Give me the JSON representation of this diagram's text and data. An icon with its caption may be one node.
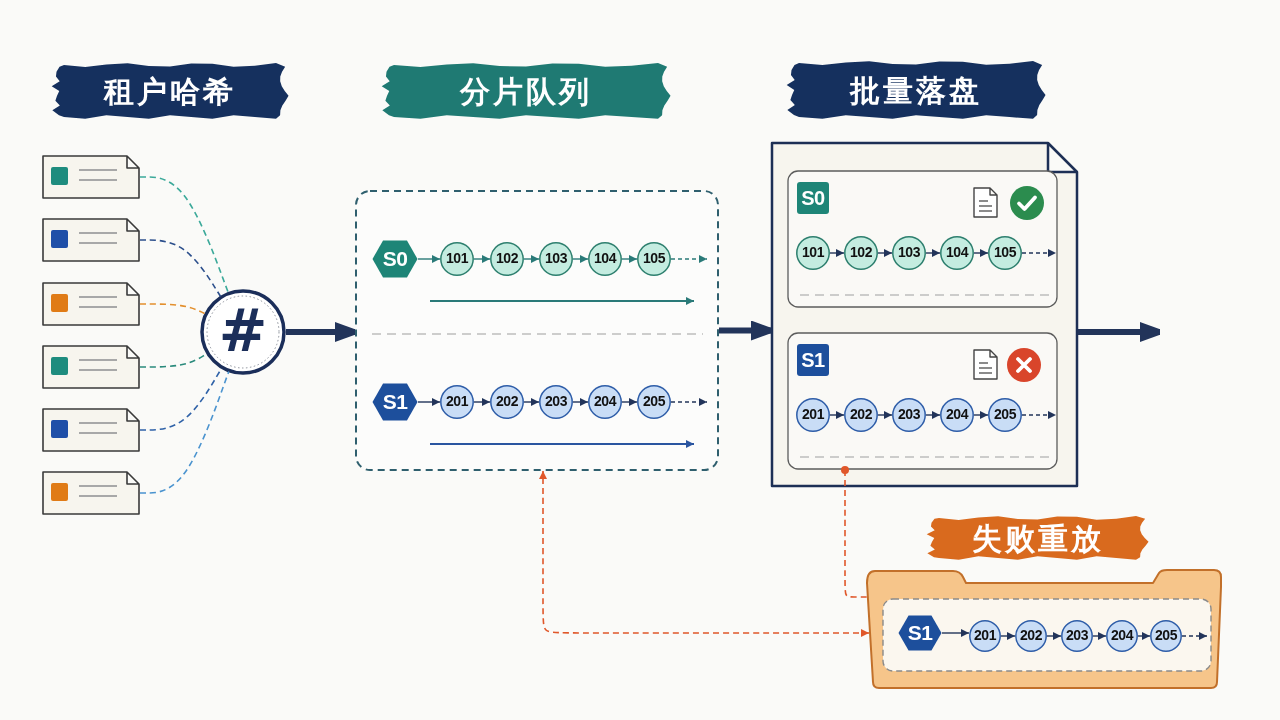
{
  "diagram": {
    "nodes": [
      {
        "text": [
          "租户哈希"
        ]
      },
      {
        "text": [
          "分片队列"
        ]
      },
      {
        "text": [
          "批量落盘"
        ]
      },
      {
        "text": [],
        "shape": "document"
      },
      {
        "text": [],
        "shape": "document"
      },
      {
        "text": [],
        "shape": "document"
      },
      {
        "text": [],
        "shape": "document"
      },
      {
        "text": [],
        "shape": "document"
      },
      {
        "text": [],
        "shape": "document"
      },
      {
        "text": [
          "#"
        ]
      },
      {
        "text": [],
        "shape": "box"
      },
      {
        "text": [
          "S0"
        ],
        "in": 10
      },
      {
        "text": [
          "101"
        ],
        "in": 10
      },
      {
        "text": [
          "102"
        ],
        "in": 10
      },
      {
        "text": [
          "103"
        ],
        "in": 10
      },
      {
        "text": [
          "104"
        ],
        "in": 10
      },
      {
        "text": [
          "105"
        ],
        "in": 10
      },
      {
        "text": [
          "S1"
        ],
        "in": 10
      },
      {
        "text": [
          "201"
        ],
        "in": 10
      },
      {
        "text": [
          "202"
        ],
        "in": 10
      },
      {
        "text": [
          "203"
        ],
        "in": 10
      },
      {
        "text": [
          "204"
        ],
        "in": 10
      },
      {
        "text": [
          "205"
        ],
        "in": 10
      },
      {
        "text": [],
        "shape": "document"
      },
      {
        "text": [],
        "shape": "box",
        "in": 23
      },
      {
        "text": [
          "S0"
        ],
        "in": 24
      },
      {
        "text": [
          "101"
        ],
        "in": 24
      },
      {
        "text": [
          "102"
        ],
        "in": 24
      },
      {
        "text": [
          "103"
        ],
        "in": 24
      },
      {
        "text": [
          "104"
        ],
        "in": 24
      },
      {
        "text": [
          "105"
        ],
        "in": 24
      },
      {
        "text": [],
        "shape": "box",
        "in": 23
      },
      {
        "text": [
          "S1"
        ],
        "in": 31
      },
      {
        "text": [
          "201"
        ],
        "in": 31
      },
      {
        "text": [
          "202"
        ],
        "in": 31
      },
      {
        "text": [
          "203"
        ],
        "in": 31
      },
      {
        "text": [
          "204"
        ],
        "in": 31
      },
      {
        "text": [
          "205"
        ],
        "in": 31
      },
      {
        "text": [
          "失败重放"
        ]
      },
      {
        "text": [],
        "shape": "folder"
      },
      {
        "text": [],
        "shape": "box",
        "in": 39
      },
      {
        "text": [
          "S1"
        ],
        "in": 40
      },
      {
        "text": [
          "201"
        ],
        "in": 40
      },
      {
        "text": [
          "202"
        ],
        "in": 40
      },
      {
        "text": [
          "203"
        ],
        "in": 40
      },
      {
        "text": [
          "204"
        ],
        "in": 40
      },
      {
        "text": [
          "205"
        ],
        "in": 40
      }
    ],
    "edges": [
      {
        "from": 3,
        "to": 9,
        "arrow": "none",
        "style": "dashed",
        "color": "#3ba99a"
      },
      {
        "from": 4,
        "to": 9,
        "arrow": "none",
        "style": "dashed",
        "color": "#2c4f8c"
      },
      {
        "from": 5,
        "to": 9,
        "arrow": "none",
        "style": "dashed",
        "color": "#e3902f"
      },
      {
        "from": 6,
        "to": 9,
        "arrow": "none",
        "style": "dashed",
        "color": "#2a8a7c"
      },
      {
        "from": 7,
        "to": 9,
        "arrow": "none",
        "style": "dashed",
        "color": "#2f62a8"
      },
      {
        "from": 8,
        "to": 9,
        "arrow": "none",
        "style": "dashed",
        "color": "#4a93cf"
      },
      {
        "from": 9,
        "to": 10,
        "arrow": "to",
        "style": "thick"
      },
      {
        "from": 11,
        "to": 12,
        "arrow": "to",
        "color": "#2a7a78"
      },
      {
        "from": 12,
        "to": 13,
        "arrow": "to",
        "color": "#2a7a78"
      },
      {
        "from": 13,
        "to": 14,
        "arrow": "to",
        "color": "#2a7a78"
      },
      {
        "from": 14,
        "to": 15,
        "arrow": "to",
        "color": "#2a7a78"
      },
      {
        "from": 15,
        "to": 16,
        "arrow": "to",
        "color": "#2a7a78"
      },
      {
        "from": 16,
        "to": null,
        "arrow": "to",
        "style": "dashed",
        "color": "#2a7a78"
      },
      {
        "from": 17,
        "to": 18,
        "arrow": "to"
      },
      {
        "from": 18,
        "to": 19,
        "arrow": "to"
      },
      {
        "from": 19,
        "to": 20,
        "arrow": "to"
      },
      {
        "from": 20,
        "to": 21,
        "arrow": "to"
      },
      {
        "from": 21,
        "to": 22,
        "arrow": "to"
      },
      {
        "from": 22,
        "to": null,
        "arrow": "to",
        "style": "dashed"
      },
      {
        "from": 10,
        "to": 23,
        "arrow": "to",
        "style": "thick"
      },
      {
        "from": 26,
        "to": 27,
        "arrow": "to"
      },
      {
        "from": 27,
        "to": 28,
        "arrow": "to"
      },
      {
        "from": 28,
        "to": 29,
        "arrow": "to"
      },
      {
        "from": 29,
        "to": 30,
        "arrow": "to"
      },
      {
        "from": 30,
        "to": null,
        "arrow": "to",
        "style": "dashed"
      },
      {
        "from": 33,
        "to": 34,
        "arrow": "to"
      },
      {
        "from": 34,
        "to": 35,
        "arrow": "to"
      },
      {
        "from": 35,
        "to": 36,
        "arrow": "to"
      },
      {
        "from": 36,
        "to": 37,
        "arrow": "to"
      },
      {
        "from": 37,
        "to": null,
        "arrow": "to",
        "style": "dashed"
      },
      {
        "from": 23,
        "to": null,
        "arrow": "to",
        "style": "thick"
      },
      {
        "from": 31,
        "to": 39,
        "arrow": "other",
        "style": "dashed",
        "color": "#e0572a"
      },
      {
        "from": 39,
        "to": 10,
        "arrow": "both",
        "style": "dashed",
        "color": "#e0572a"
      },
      {
        "from": 41,
        "to": 42,
        "arrow": "to"
      },
      {
        "from": 42,
        "to": 43,
        "arrow": "to"
      },
      {
        "from": 43,
        "to": 44,
        "arrow": "to"
      },
      {
        "from": 44,
        "to": 45,
        "arrow": "to"
      },
      {
        "from": 45,
        "to": 46,
        "arrow": "to"
      },
      {
        "from": 46,
        "to": null,
        "arrow": "to",
        "style": "dashed"
      }
    ]
  }
}
